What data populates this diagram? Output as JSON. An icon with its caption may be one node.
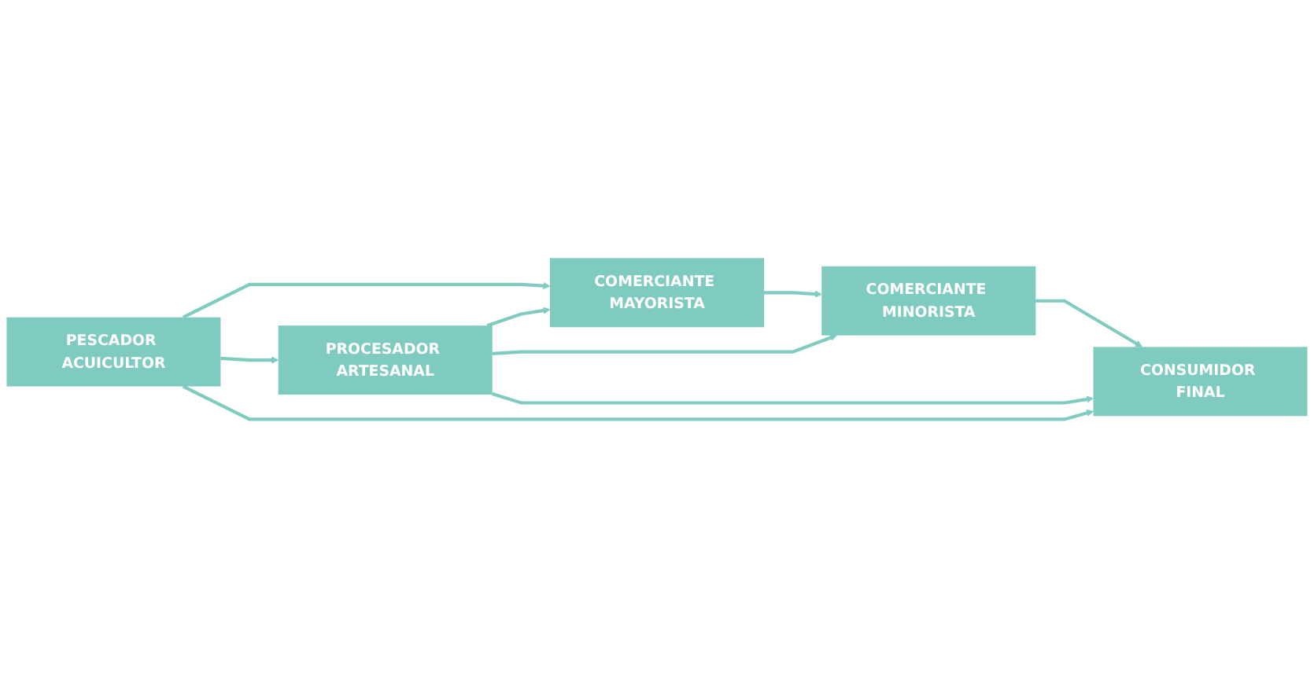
{
  "diagram": {
    "nodes": [
      {
        "text": [
          "COMERCIANTE MAYORISTA"
        ]
      },
      {
        "text": [
          "COMERCIANTE MINORISTA"
        ]
      },
      {
        "text": [
          "PROCESADOR ARTESANAL"
        ]
      },
      {
        "text": [
          "CONSUMIDOR FINAL"
        ]
      },
      {
        "text": [
          "PESCADOR ACUICULTOR"
        ]
      }
    ],
    "edges": [
      {
        "from": 4,
        "to": 0,
        "arrow": "to"
      },
      {
        "from": 0,
        "to": 1,
        "arrow": "to"
      },
      {
        "from": 2,
        "to": 0,
        "arrow": "to"
      },
      {
        "from": 2,
        "to": 1,
        "arrow": "to"
      },
      {
        "from": 2,
        "to": 3,
        "arrow": "to"
      },
      {
        "from": 1,
        "to": 3,
        "arrow": "to"
      },
      {
        "from": 4,
        "to": 2,
        "arrow": "to"
      },
      {
        "from": 4,
        "to": 3,
        "arrow": "to"
      }
    ]
  }
}
